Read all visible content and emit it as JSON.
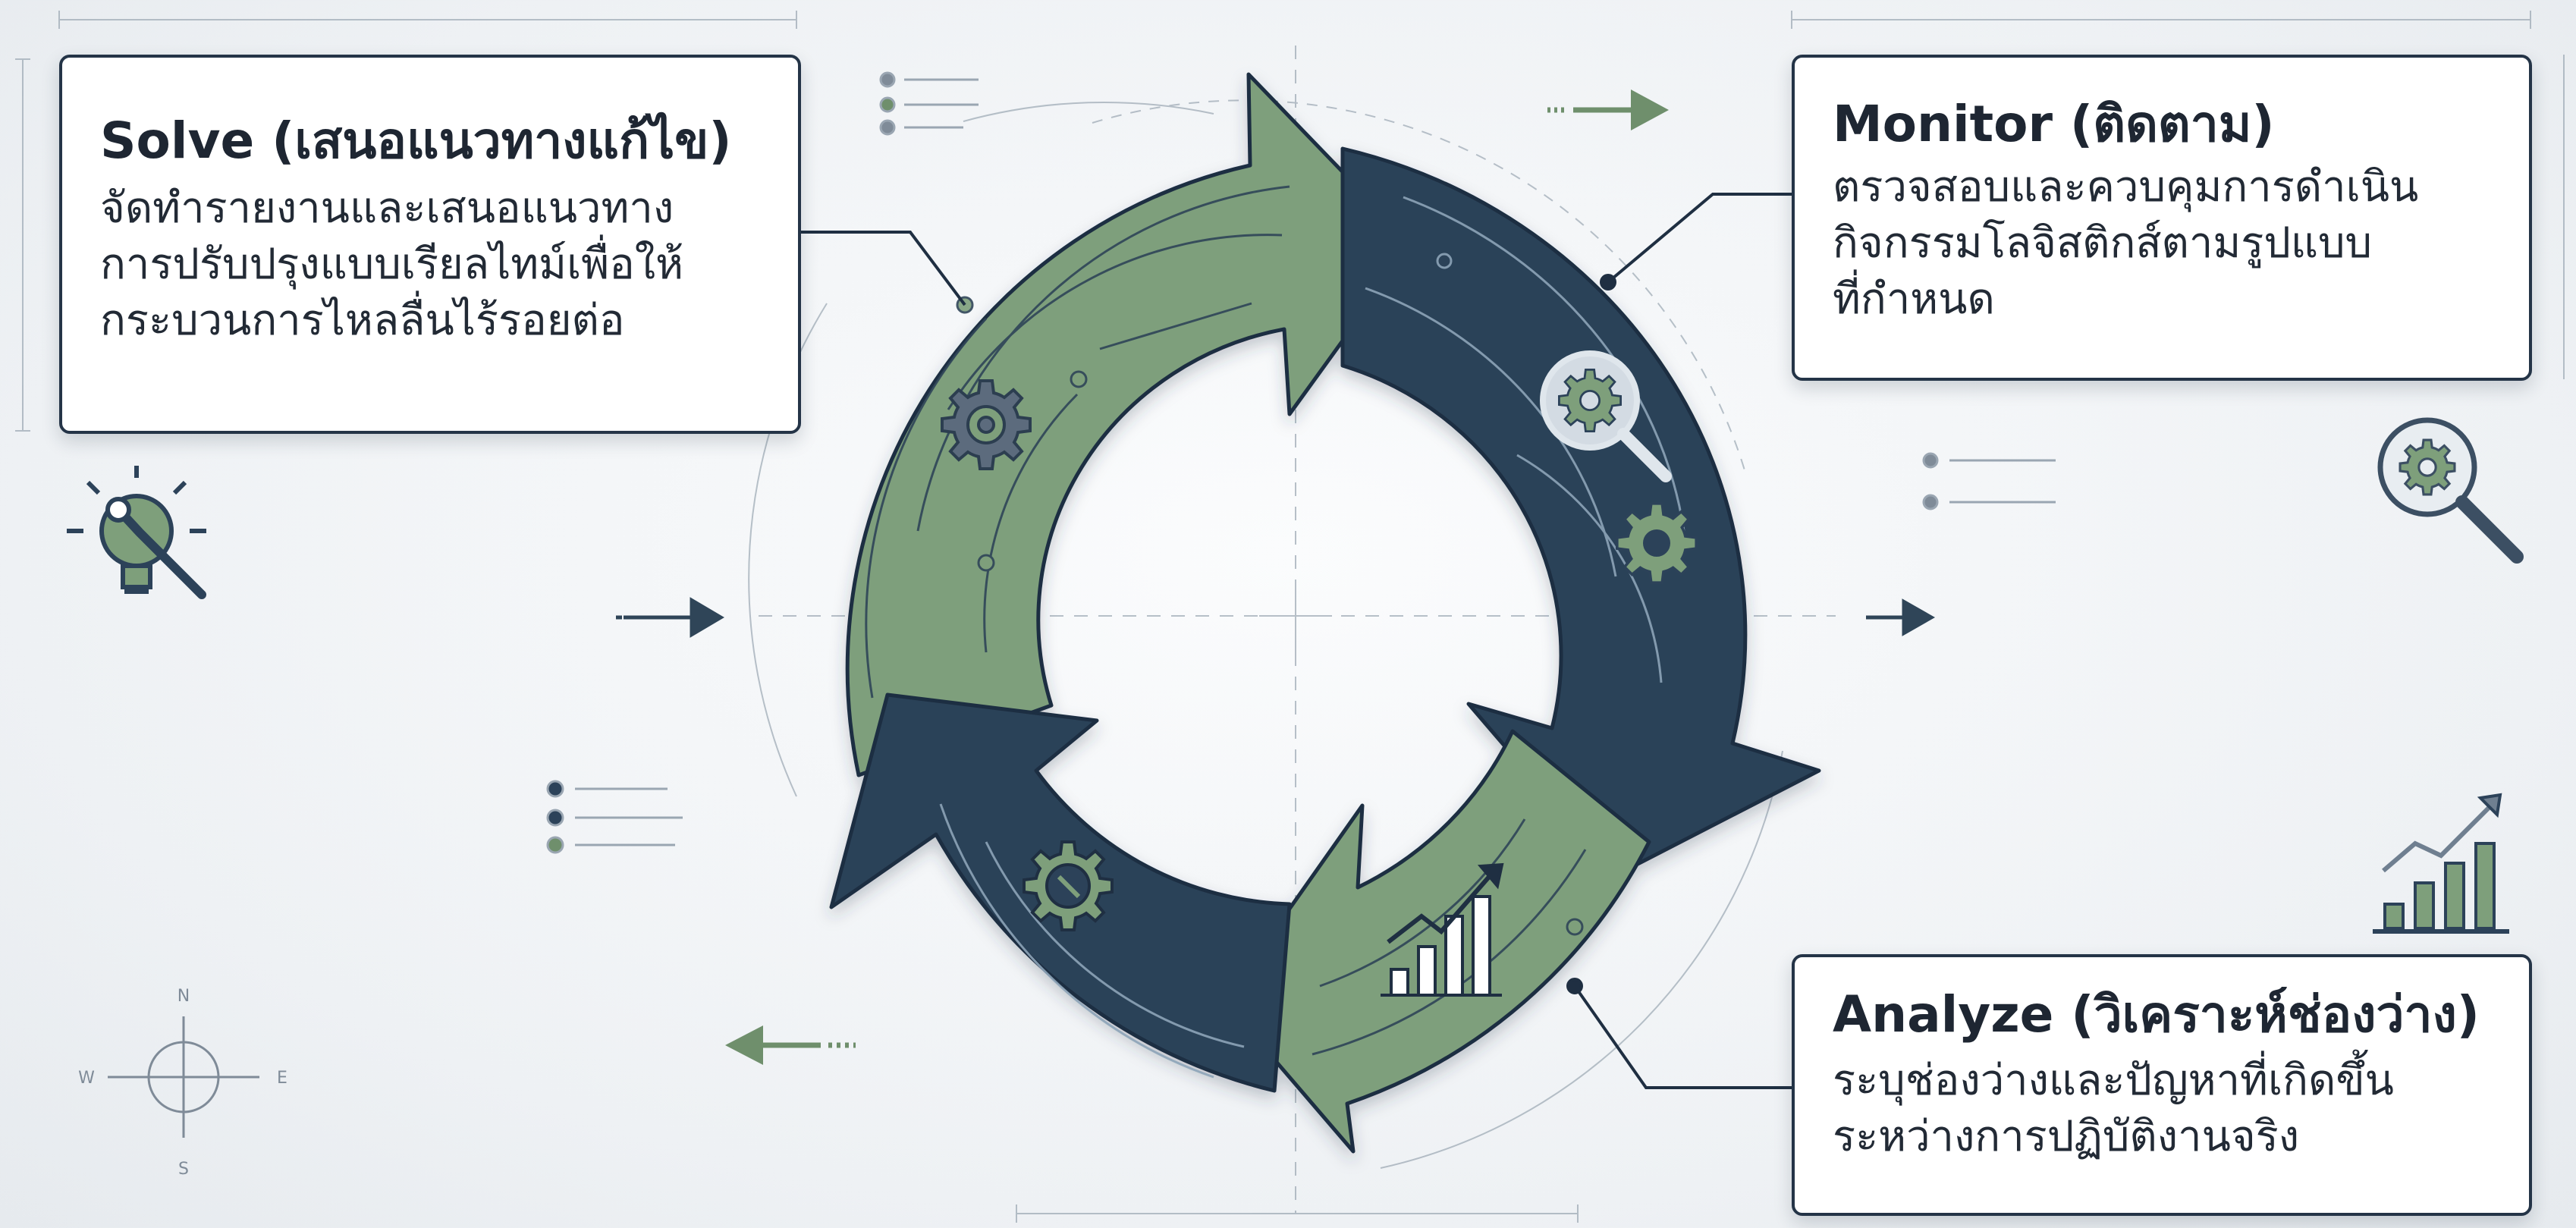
{
  "colors": {
    "green": "#7e9f7b",
    "navy": "#2c4259",
    "outline": "#1f2f42",
    "accent_line": "#5e6f82"
  },
  "stages": {
    "solve": {
      "title": "Solve (เสนอแนวทางแก้ไข)",
      "lines": [
        "จัดทำรายงานและเสนอแนวทาง",
        "การปรับปรุงแบบเรียลไทม์เพื่อให้",
        "กระบวนการไหลลื่นไร้รอยต่อ"
      ]
    },
    "monitor": {
      "title": "Monitor (ติดตาม)",
      "lines": [
        "ตรวจสอบและควบคุมการดำเนิน",
        "กิจกรรมโลจิสติกส์ตามรูปแบบ",
        "ที่กำหนด"
      ]
    },
    "analyze": {
      "title": "Analyze (วิเคราะห์ช่องว่าง)",
      "lines": [
        "ระบุช่องว่างและปัญหาที่เกิดขึ้น",
        "ระหว่างการปฏิบัติงานจริง"
      ]
    }
  },
  "compass": {
    "n": "N",
    "e": "E",
    "s": "S",
    "w": "W"
  },
  "icons": {
    "solve": "lightbulb-wrench-icon",
    "monitor": "magnifier-gear-icon",
    "analyze": "bar-chart-trend-icon",
    "arrow_solve": "gear-icon",
    "arrow_monitor": "magnifier-gear-icon",
    "arrow_analyze": "bar-chart-trend-icon",
    "arrow_left": "gear-icon"
  }
}
